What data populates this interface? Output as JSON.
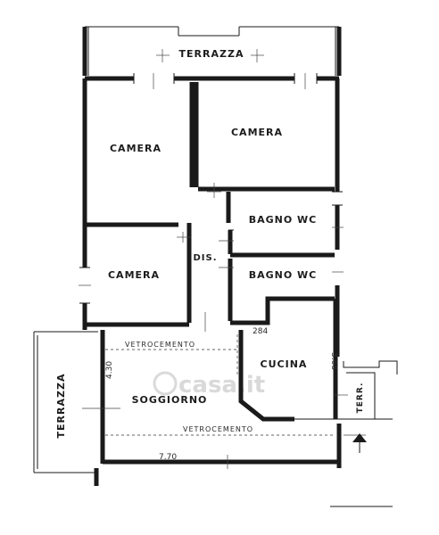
{
  "rooms": {
    "terrazza_top": "TERRAZZA",
    "camera_1": "CAMERA",
    "camera_2": "CAMERA",
    "camera_3": "CAMERA",
    "bagno_1": "BAGNO WC",
    "bagno_2": "BAGNO WC",
    "dis": "DIS.",
    "cucina": "CUCINA",
    "soggiorno": "SOGGIORNO",
    "terrazza_left": "TERRAZZA",
    "terr_right": "TERR."
  },
  "annotations": {
    "vetrocemento_1": "VETROCEMENTO",
    "vetrocemento_2": "VETROCEMENTO"
  },
  "dimensions": {
    "d_284": "284",
    "d_368": "3.68",
    "d_430": "4.30",
    "d_770": "7.70"
  },
  "watermark": "casa.it"
}
